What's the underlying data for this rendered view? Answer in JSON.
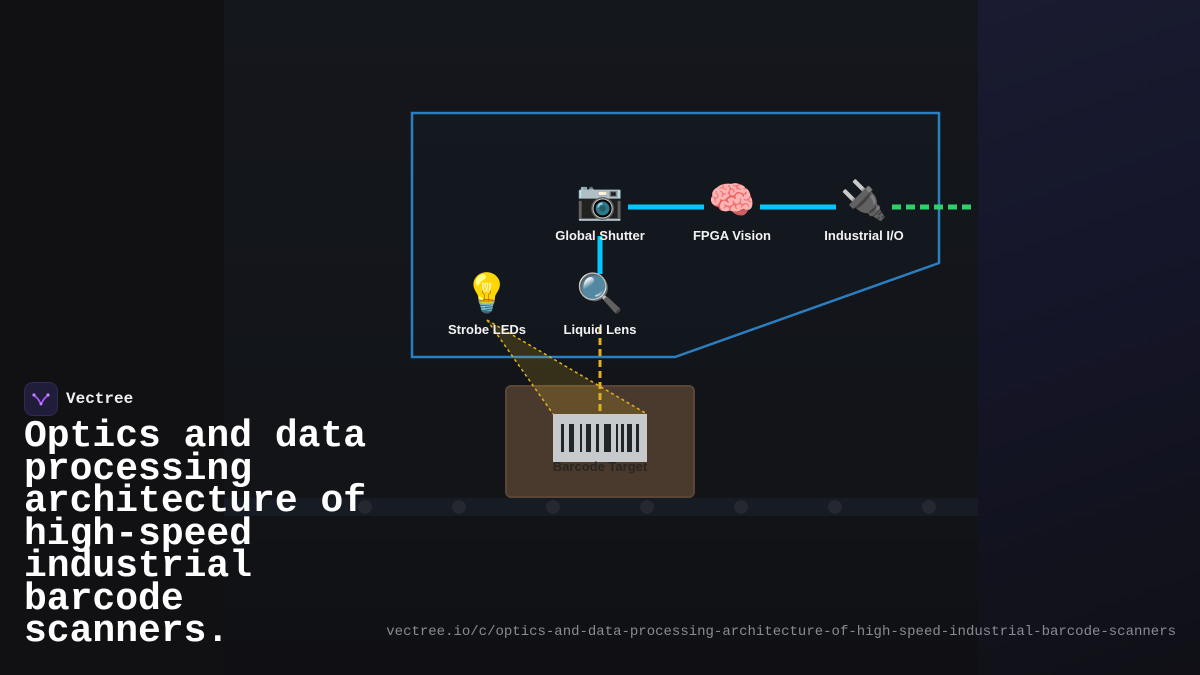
{
  "brand": {
    "name": "Vectree"
  },
  "title": "Optics and data processing architecture of high-speed industrial barcode scanners.",
  "url": "vectree.io/c/optics-and-data-processing-architecture-of-high-speed-industrial-barcode-scanners",
  "diagram": {
    "nodes": {
      "global_shutter": {
        "label": "Global Shutter",
        "icon": "📷",
        "icon_name": "camera-icon"
      },
      "fpga_vision": {
        "label": "FPGA Vision",
        "icon": "🧠",
        "icon_name": "brain-icon"
      },
      "industrial_io": {
        "label": "Industrial I/O",
        "icon": "🔌",
        "icon_name": "plug-icon"
      },
      "strobe_leds": {
        "label": "Strobe LEDs",
        "icon": "💡",
        "icon_name": "lightbulb-icon"
      },
      "liquid_lens": {
        "label": "Liquid Lens",
        "icon": "🔍",
        "icon_name": "magnifier-icon"
      },
      "barcode_target": {
        "label": "Barcode Target",
        "icon_name": "barcode-icon"
      }
    },
    "colors": {
      "enclosure": "#2b7fc0",
      "data_link": "#00c8ff",
      "output_link": "#2fd06a",
      "optical_path": "#e0b020"
    }
  }
}
